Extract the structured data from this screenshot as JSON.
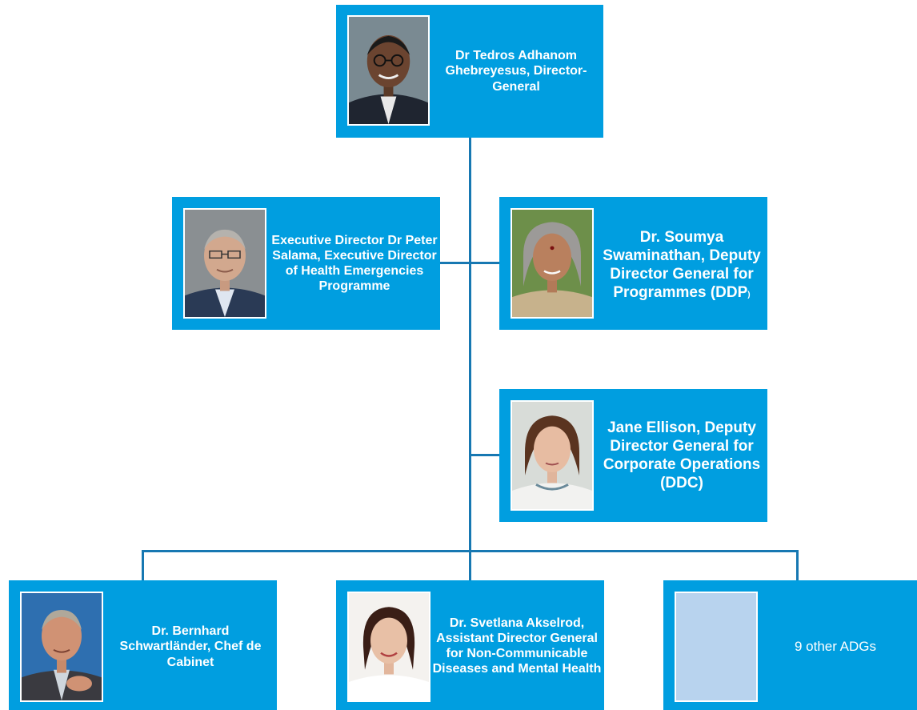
{
  "nodes": {
    "director_general": {
      "name": "Dr Tedros Adhanom Ghebreyesus,",
      "role": "Director-General"
    },
    "executive_director": {
      "line1": "Executive Director",
      "line2": "Dr Peter Salama,",
      "line3": "Executive Director of Health Emergencies Programme"
    },
    "ddp": {
      "name": "Dr. Soumya Swaminathan,",
      "role": "Deputy Director General for Programmes",
      "abbr": "(DDP",
      "abbr_close": ")"
    },
    "ddc": {
      "name": "Jane Ellison,",
      "role": "Deputy Director General for Corporate Operations (DDC)"
    },
    "chef_de_cabinet": {
      "name": "Dr. Bernhard Schwartländer,",
      "role": "Chef de Cabinet"
    },
    "adg_ncd": {
      "name": "Dr. Svetlana Akselrod,",
      "role": "Assistant Director General for Non-Communicable Diseases and Mental Health"
    },
    "other_adgs": {
      "label": "9 other ADGs"
    }
  },
  "colors": {
    "card": "#009ee0",
    "connector": "#1778b2",
    "placeholder": "#b8d3ee",
    "text": "#ffffff"
  }
}
